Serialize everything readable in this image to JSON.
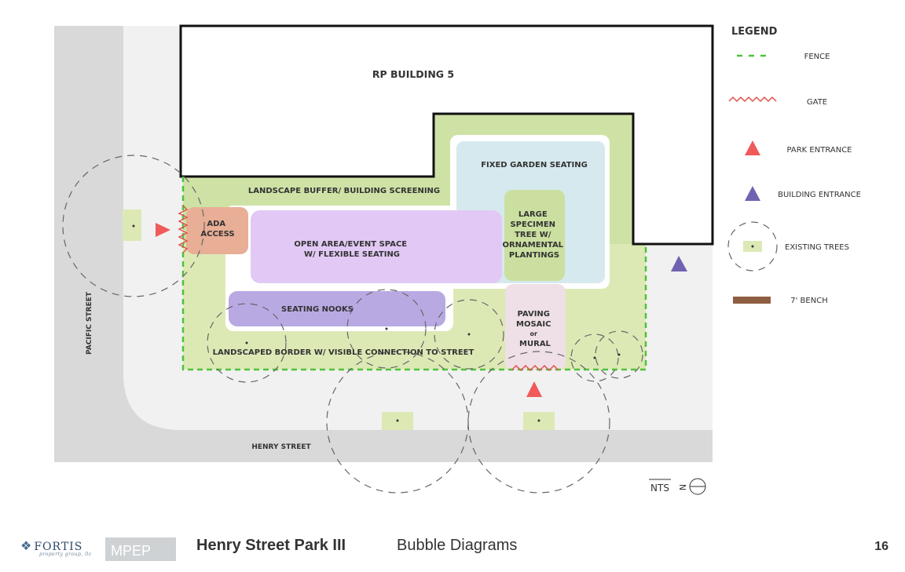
{
  "labels": {
    "building": "RP BUILDING 5",
    "fixed_seating": "FIXED GARDEN SEATING",
    "landscape_buffer": "LANDSCAPE BUFFER/ BUILDING SCREENING",
    "ada": [
      "ADA",
      "ACCESS"
    ],
    "open_area": [
      "OPEN AREA/EVENT SPACE",
      "W/ FLEXIBLE SEATING"
    ],
    "specimen_tree": [
      "LARGE",
      "SPECIMEN",
      "TREE W/",
      "ORNAMENTAL",
      "PLANTINGS"
    ],
    "seating_nooks": "SEATING NOOKS",
    "paving": [
      "PAVING",
      "MOSAIC",
      "or",
      "MURAL"
    ],
    "landscaped_border": "LANDSCAPED BORDER W/ VISIBLE CONNECTION TO STREET",
    "pacific_street": "PACIFIC STREET",
    "henry_street": "HENRY STREET",
    "nts": "NTS",
    "north": "N"
  },
  "legend": {
    "title": "LEGEND",
    "items": [
      {
        "label": "FENCE",
        "icon": "fence-dashed-line"
      },
      {
        "label": "GATE",
        "icon": "gate-zigzag-line"
      },
      {
        "label": "PARK ENTRANCE",
        "icon": "red-triangle"
      },
      {
        "label": "BUILDING ENTRANCE",
        "icon": "purple-triangle"
      },
      {
        "label": "EXISTING TREES",
        "icon": "tree-dashed-circle"
      },
      {
        "label": "7' BENCH",
        "icon": "brown-bar"
      }
    ]
  },
  "footer": {
    "logo_fortis": "FORTIS",
    "logo_fortis_sub": "property group, llc",
    "logo_mpep": "MPEP",
    "title": "Henry Street Park III",
    "subtitle": "Bubble Diagrams",
    "page_number": "16"
  },
  "colors": {
    "street": "#d9d9d9",
    "sidewalk": "#f1f1f1",
    "landscape_green": "#dde9b5",
    "buffer_green": "#cfe2a6",
    "plantings_green": "#cbe0a0",
    "fence_green": "#4fc23b",
    "gate_red": "#e05550",
    "park_entrance_red": "#f05a5a",
    "building_entrance_purple": "#7062b0",
    "ada_orange": "#e8ae96",
    "open_area_lavender": "#e2c9f5",
    "seating_nooks_purple": "#b9a9e3",
    "fixed_seating_blue": "#d6e9ee",
    "paving_pink": "#eee0e6",
    "bench_brown": "#8e5e42"
  }
}
